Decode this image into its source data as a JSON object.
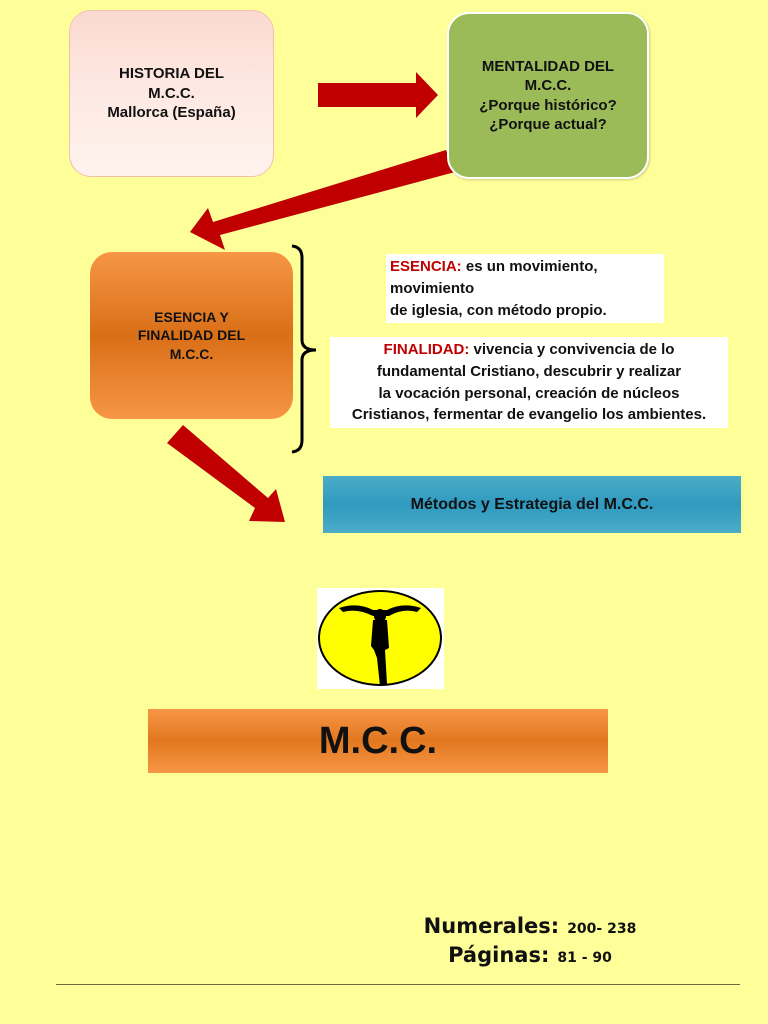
{
  "boxes": {
    "historia": {
      "lines": [
        "HISTORIA DEL",
        "M.C.C.",
        "Mallorca (España)"
      ]
    },
    "mentalidad": {
      "lines": [
        "MENTALIDAD DEL",
        "M.C.C.",
        "¿Porque histórico?",
        "¿Porque actual?"
      ]
    },
    "esencia": {
      "lines": [
        "ESENCIA Y",
        "FINALIDAD DEL",
        "M.C.C."
      ]
    }
  },
  "esencia_text": {
    "label": "ESENCIA:",
    "line1": " es un movimiento, movimiento",
    "line2": "de iglesia, con método propio."
  },
  "finalidad_text": {
    "label": "FINALIDAD:",
    "line1": " vivencia y convivencia de lo",
    "line2": "fundamental Cristiano, descubrir y realizar",
    "line3": "la vocación personal, creación de núcleos",
    "line4": "Cristianos, fermentar de evangelio los ambientes."
  },
  "metodos": "Métodos y Estrategia del M.C.C.",
  "mcc": "M.C.C.",
  "footer": {
    "numerales_label": "Numerales:",
    "numerales_value": "200- 238",
    "paginas_label": "Páginas:",
    "paginas_value": "81 - 90"
  },
  "colors": {
    "background": "#ffff99",
    "arrow": "#c00000",
    "green_box": "#9bbb59",
    "orange": "#f79646",
    "blue_bar": "#4bacc6",
    "emblem_yellow": "#ffff00"
  },
  "icons": [
    "arrow-right",
    "arrow-down-left",
    "arrow-down-right",
    "curly-brace",
    "crucifix-emblem"
  ]
}
